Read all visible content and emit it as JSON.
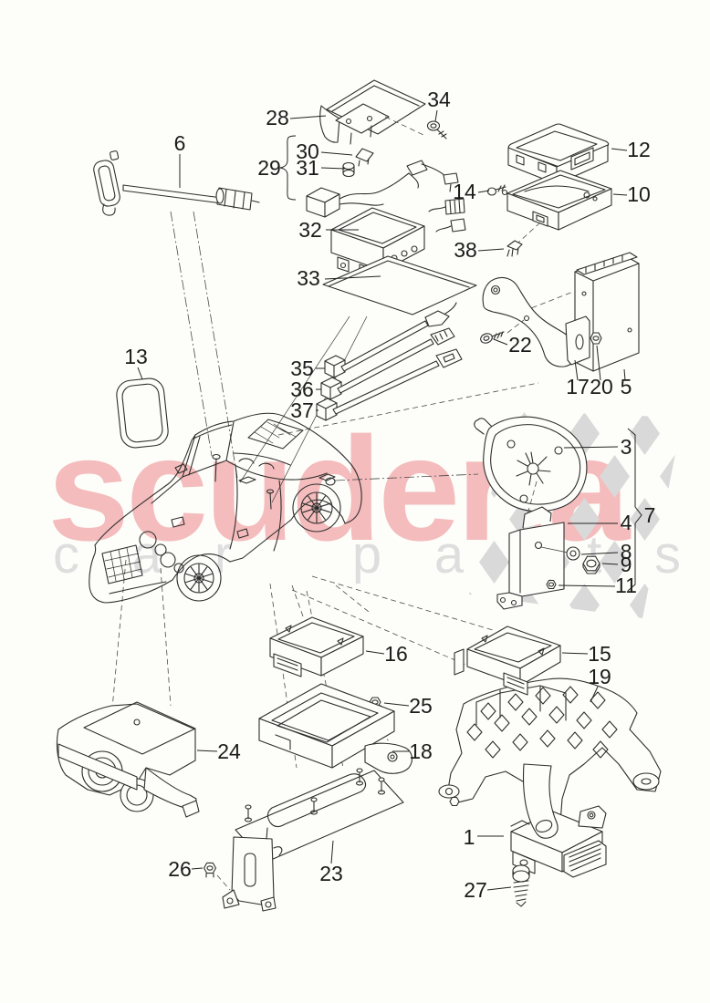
{
  "watermark": {
    "brand": "scuderia",
    "tagline": "car parts",
    "brand_color": "#f4bcbc",
    "tagline_color": "#dedede",
    "checker_color": "#d9d9d9"
  },
  "parts": {
    "1": "1",
    "3": "3",
    "4": "4",
    "5": "5",
    "6": "6",
    "7": "7",
    "8": "8",
    "9": "9",
    "10": "10",
    "11": "11",
    "12": "12",
    "13": "13",
    "14": "14",
    "15": "15",
    "16": "16",
    "17": "17",
    "18": "18",
    "19": "19",
    "20": "20",
    "22": "22",
    "23": "23",
    "24": "24",
    "25": "25",
    "26": "26",
    "27": "27",
    "28": "28",
    "29": "29",
    "30": "30",
    "31": "31",
    "32": "32",
    "33": "33",
    "34": "34",
    "35": "35",
    "36": "36",
    "37": "37",
    "38": "38"
  }
}
